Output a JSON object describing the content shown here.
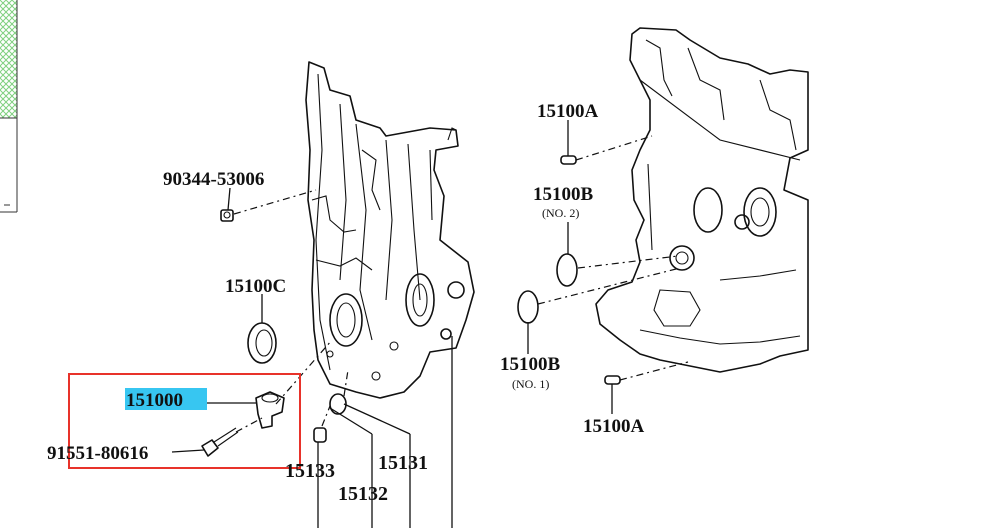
{
  "diagram": {
    "highlight_color": "#37c6f1",
    "frame_color": "#e8322a",
    "labels": {
      "p90344": "90344-53006",
      "p15100a_top": "15100A",
      "p15100b_top": "15100B",
      "p15100b_top_note": "(NO. 2)",
      "p15100c": "15100C",
      "p15100b_bottom": "15100B",
      "p15100b_bottom_note": "(NO. 1)",
      "p15100a_bottom": "15100A",
      "p151000": "151000",
      "p91551": "91551-80616",
      "p15133": "15133",
      "p15131": "15131",
      "p15132": "15132"
    }
  }
}
